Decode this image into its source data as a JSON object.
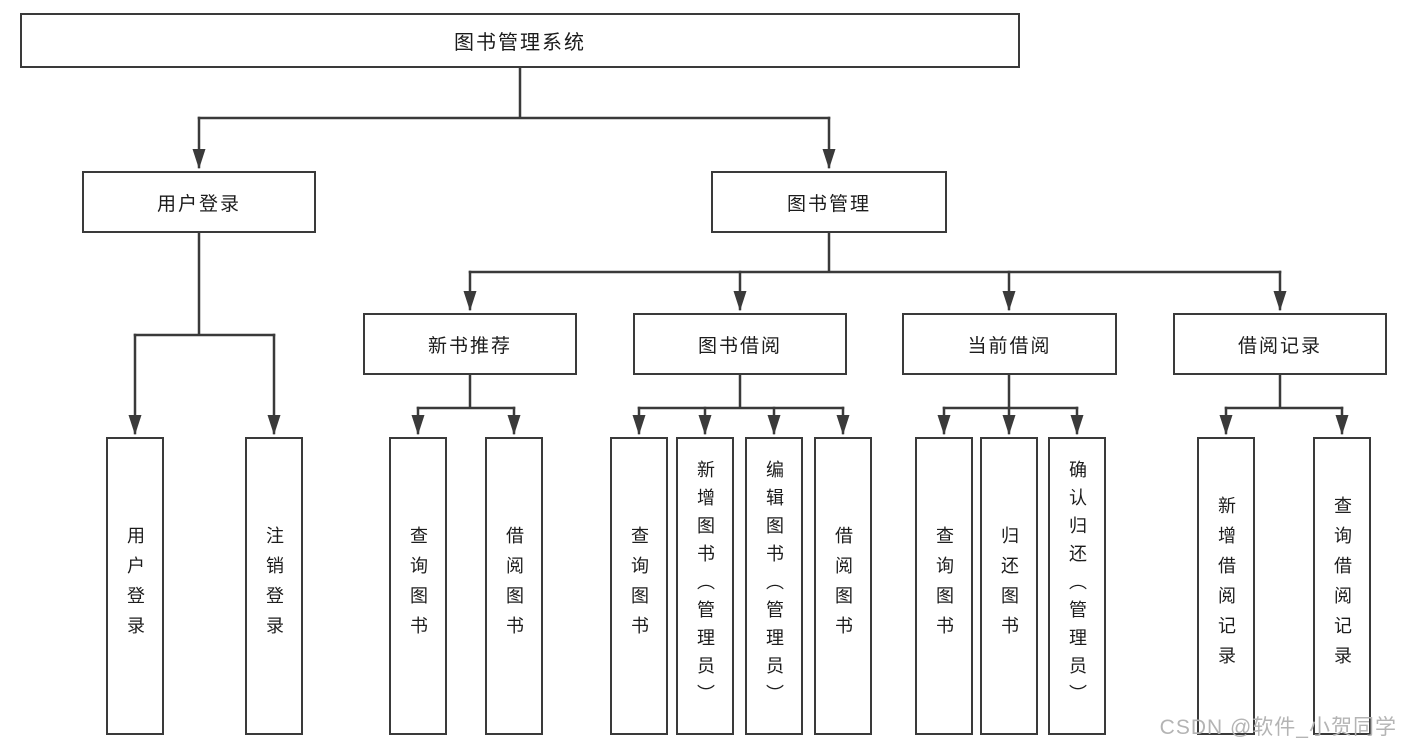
{
  "nodes": {
    "root": "图书管理系统",
    "user_login": "用户登录",
    "book_management": "图书管理",
    "new_book_recommend": "新书推荐",
    "book_borrowing": "图书借阅",
    "current_borrowing": "当前借阅",
    "borrow_records": "借阅记录",
    "user_login_leaf": "用户登录",
    "logout_leaf": "注销登录",
    "nb_query_books": "查询图书",
    "nb_borrow_books": "借阅图书",
    "bb_query_books": "查询图书",
    "bb_add_books": "新增图书（管理员）",
    "bb_edit_books": "编辑图书（管理员）",
    "bb_borrow_books": "借阅图书",
    "cb_query_books": "查询图书",
    "cb_return_books": "归还图书",
    "cb_confirm_return": "确认归还（管理员）",
    "br_add_record": "新增借阅记录",
    "br_query_record": "查询借阅记录"
  },
  "hierarchy": {
    "root": [
      "user_login",
      "book_management"
    ],
    "user_login": [
      "user_login_leaf",
      "logout_leaf"
    ],
    "book_management": [
      "new_book_recommend",
      "book_borrowing",
      "current_borrowing",
      "borrow_records"
    ],
    "new_book_recommend": [
      "nb_query_books",
      "nb_borrow_books"
    ],
    "book_borrowing": [
      "bb_query_books",
      "bb_add_books",
      "bb_edit_books",
      "bb_borrow_books"
    ],
    "current_borrowing": [
      "cb_query_books",
      "cb_return_books",
      "cb_confirm_return"
    ],
    "borrow_records": [
      "br_add_record",
      "br_query_record"
    ]
  },
  "watermark": "CSDN @软件_小贺同学",
  "colors": {
    "line": "#3a3a3a",
    "box_border": "#3a3a3a",
    "box_fill": "#ffffff",
    "text": "#1c1c1c",
    "watermark": "#b4b4b4",
    "background": "#ffffff"
  }
}
